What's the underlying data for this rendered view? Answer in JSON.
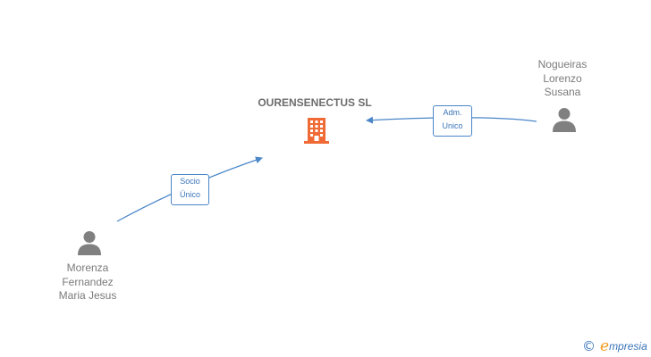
{
  "company": {
    "name": "OURENSENECTUS SL",
    "icon": "building-icon",
    "color": "#f06a35"
  },
  "persons": [
    {
      "id": "nogueiras",
      "name_lines": [
        "Nogueiras",
        "Lorenzo",
        "Susana"
      ],
      "icon": "person-icon"
    },
    {
      "id": "morenza",
      "name_lines": [
        "Morenza",
        "Fernandez",
        "Maria Jesus"
      ],
      "icon": "person-icon"
    }
  ],
  "relations": [
    {
      "from": "nogueiras",
      "to": "company",
      "label_lines": [
        "Adm.",
        "Unico"
      ]
    },
    {
      "from": "morenza",
      "to": "company",
      "label_lines": [
        "Socio",
        "Único"
      ]
    }
  ],
  "colors": {
    "edge": "#4a86c8",
    "person": "#808080"
  },
  "watermark": {
    "symbol": "©",
    "brand_initial": "e",
    "brand_rest": "mpresia"
  }
}
